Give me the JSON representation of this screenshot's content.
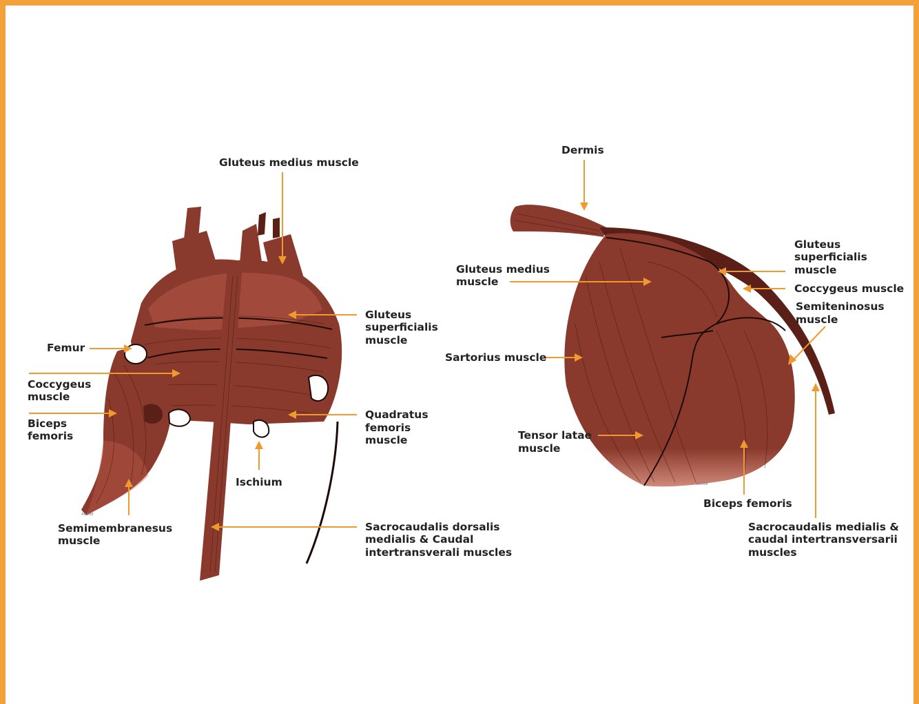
{
  "colors": {
    "border": "#f3a23b",
    "arrow": "#f09a2e",
    "label_text": "#222222",
    "muscle": "#8a3a2c"
  },
  "left_figure": {
    "labels": {
      "gluteus_medius": "Gluteus medius muscle",
      "gluteus_superficialis_1": "Gluteus",
      "gluteus_superficialis_2": "superficialis",
      "gluteus_superficialis_3": "muscle",
      "femur": "Femur",
      "coccygeus_1": "Coccygeus",
      "coccygeus_2": "muscle",
      "biceps_1": "Biceps",
      "biceps_2": "femoris",
      "quadratus_1": "Quadratus",
      "quadratus_2": "femoris",
      "quadratus_3": "muscle",
      "ischium": "Ischium",
      "semimembranesus_1": "Semimembranesus",
      "semimembranesus_2": "muscle",
      "sacrocaudalis_1": "Sacrocaudalis dorsalis",
      "sacrocaudalis_2": "medialis & Caudal",
      "sacrocaudalis_3": "intertransverali muscles"
    }
  },
  "right_figure": {
    "labels": {
      "dermis": "Dermis",
      "gluteus_superficialis_1": "Gluteus",
      "gluteus_superficialis_2": "superficialis",
      "gluteus_superficialis_3": "muscle",
      "gluteus_medius_1": "Gluteus medius",
      "gluteus_medius_2": "muscle",
      "coccygeus": "Coccygeus muscle",
      "semiteninosus_1": "Semiteninosus",
      "semiteninosus_2": "muscle",
      "sartorius": "Sartorius muscle",
      "tensor_1": "Tensor latae",
      "tensor_2": "muscle",
      "biceps": "Biceps femoris",
      "sacrocaudalis_1": "Sacrocaudalis medialis &",
      "sacrocaudalis_2": "caudal intertransversarii",
      "sacrocaudalis_3": "muscles"
    }
  }
}
